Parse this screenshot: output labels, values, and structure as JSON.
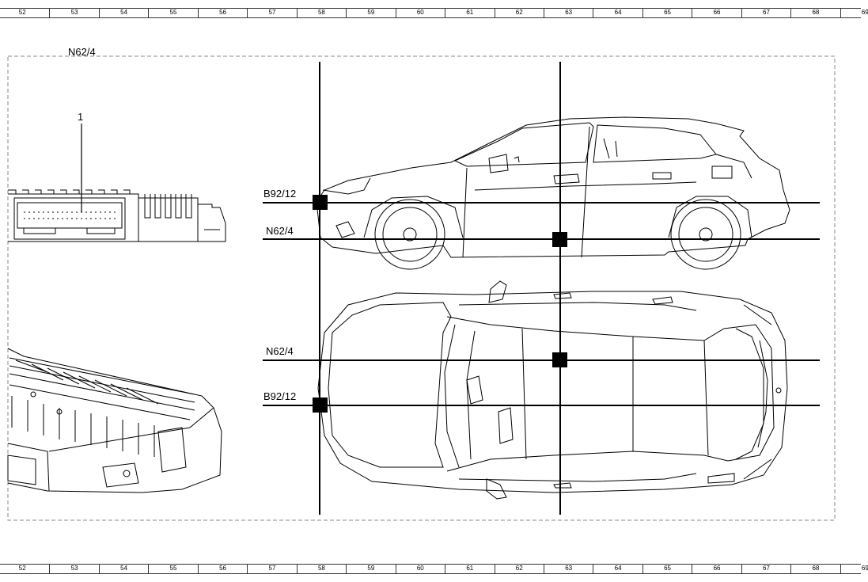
{
  "ruler": {
    "columns": [
      "52",
      "53",
      "54",
      "55",
      "56",
      "57",
      "58",
      "59",
      "60",
      "61",
      "62",
      "63",
      "64",
      "65",
      "66",
      "67",
      "68",
      "69"
    ]
  },
  "component": {
    "title": "N62/4",
    "callout": "1"
  },
  "locator": {
    "side_view": {
      "upper_label": "B92/12",
      "lower_label": "N62/4"
    },
    "top_view": {
      "upper_label": "N62/4",
      "lower_label": "B92/12"
    }
  },
  "colors": {
    "line": "#000000",
    "frame": "#888888",
    "marker": "#000000"
  }
}
